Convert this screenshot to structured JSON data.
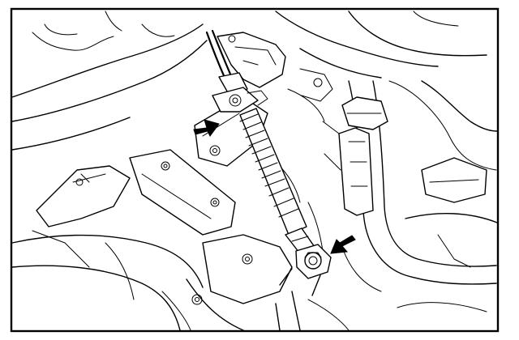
{
  "diagram": {
    "style": "black line-art technical illustration",
    "colors": {
      "ink": "#000000",
      "paper": "#ffffff"
    },
    "callouts": [
      {
        "name": "arrow-cable-bracket-clip",
        "icon": "filled-arrow"
      },
      {
        "name": "arrow-lever-nut",
        "icon": "filled-arrow"
      }
    ]
  }
}
